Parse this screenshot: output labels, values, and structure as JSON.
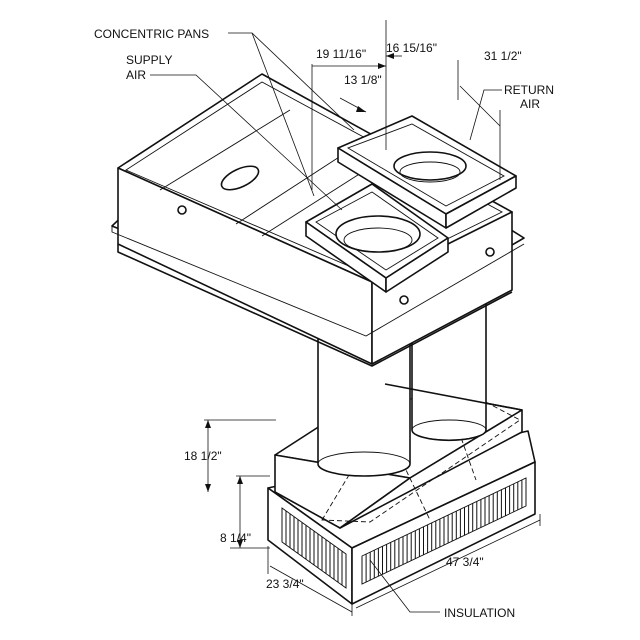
{
  "labels": {
    "concentric_pans": "CONCENTRIC PANS",
    "supply_air_line1": "SUPPLY",
    "supply_air_line2": "AIR",
    "return_air_line1": "RETURN",
    "return_air_line2": "AIR",
    "insulation": "INSULATION"
  },
  "dimensions": {
    "d_19_11_16": "19 11/16\"",
    "d_16_15_16": "16 15/16\"",
    "d_31_1_2": "31 1/2\"",
    "d_13_1_8": "13 1/8\"",
    "d_18_1_2": "18 1/2\"",
    "d_8_1_4": "8 1/4\"",
    "d_23_3_4": "23 3/4\"",
    "d_47_3_4": "47 3/4\""
  }
}
